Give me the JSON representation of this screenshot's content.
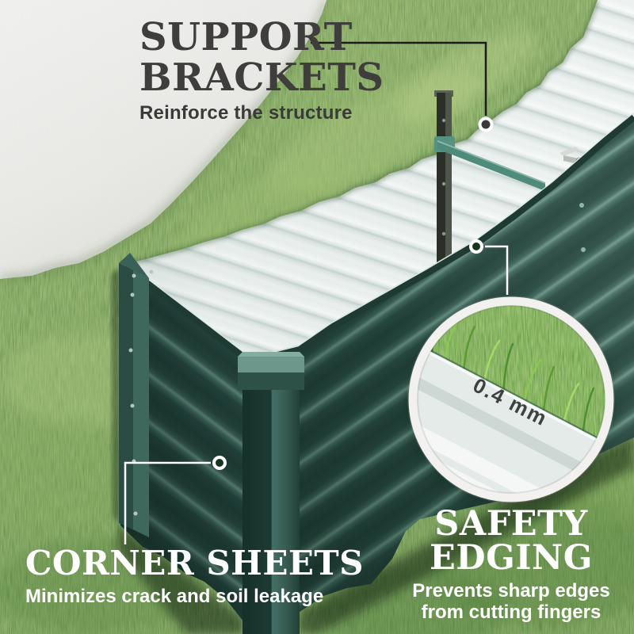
{
  "annotations": {
    "support_brackets": {
      "title": "SUPPORT BRACKETS",
      "subtitle": "Reinforce the structure"
    },
    "corner_sheets": {
      "title": "CORNER SHEETS",
      "subtitle": "Minimizes crack and soil leakage"
    },
    "safety_edging": {
      "title": "SAFETY EDGING",
      "subtitle": "Prevents sharp edges from cutting fingers"
    },
    "magnifier": {
      "thickness_label": "0.4 mm"
    }
  },
  "colors": {
    "bed_green_dark": "#2a4d45",
    "bed_green_light": "#6f998b",
    "panel_white": "#eef3f2",
    "edge_highlight": "#d7e7df",
    "grass_green": "#7da65a",
    "wall_gray": "#efefec",
    "title_dark": "#3f3e3c",
    "text_white": "#ffffff",
    "callout_line_dark": "#1c1c1c",
    "callout_line_light": "#ffffff",
    "callout_dot_green": "#16351f",
    "callout_dot_gray": "#3a3a3a",
    "support_rod_teal": "#4f8b7b"
  }
}
